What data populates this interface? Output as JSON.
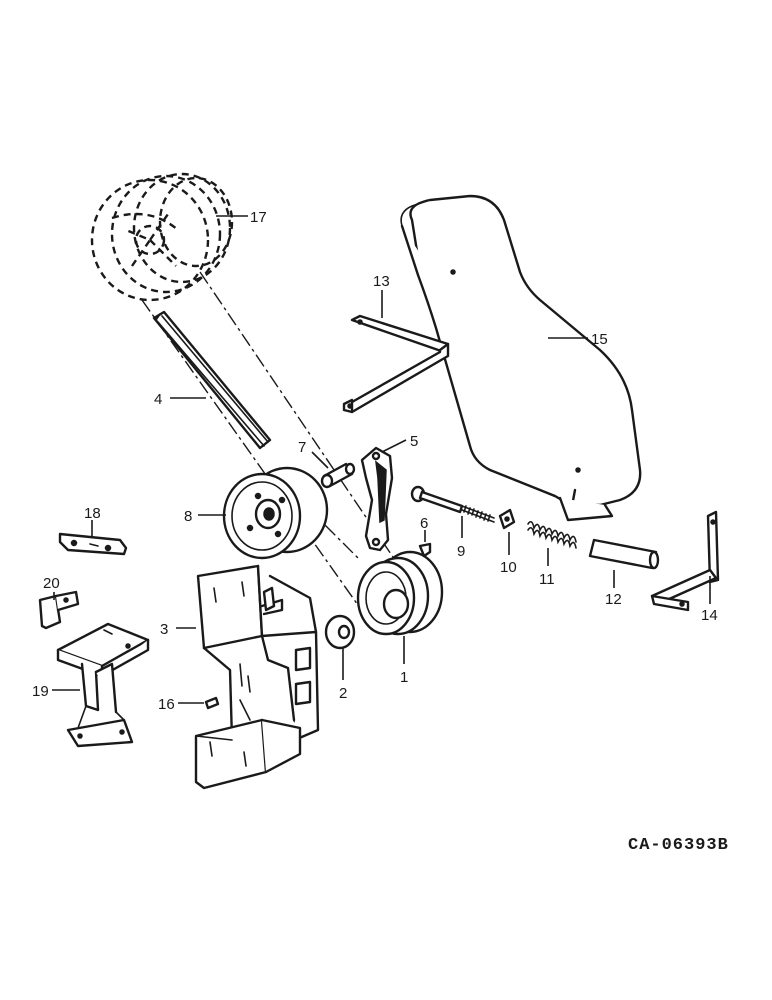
{
  "drawing_code": "CA-06393B",
  "callouts": [
    {
      "id": "c1",
      "text": "1"
    },
    {
      "id": "c2",
      "text": "2"
    },
    {
      "id": "c3",
      "text": "3"
    },
    {
      "id": "c4",
      "text": "4"
    },
    {
      "id": "c5",
      "text": "5"
    },
    {
      "id": "c6",
      "text": "6"
    },
    {
      "id": "c7",
      "text": "7"
    },
    {
      "id": "c8",
      "text": "8"
    },
    {
      "id": "c9",
      "text": "9"
    },
    {
      "id": "c10",
      "text": "10"
    },
    {
      "id": "c11",
      "text": "11"
    },
    {
      "id": "c12",
      "text": "12"
    },
    {
      "id": "c13",
      "text": "13"
    },
    {
      "id": "c14",
      "text": "14"
    },
    {
      "id": "c15",
      "text": "15"
    },
    {
      "id": "c16",
      "text": "16"
    },
    {
      "id": "c17",
      "text": "17"
    },
    {
      "id": "c18",
      "text": "18"
    },
    {
      "id": "c19",
      "text": "19"
    },
    {
      "id": "c20",
      "text": "20"
    }
  ]
}
